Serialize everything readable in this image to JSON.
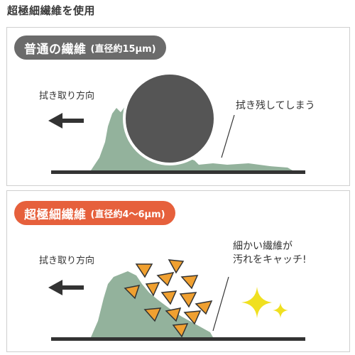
{
  "title": "超極細繊維を使用",
  "top_panel": {
    "pill_main": "普通の繊維",
    "pill_sub": "(直径約15μm)",
    "wipe_direction_label": "拭き取り方向",
    "result_label": "拭き残してしまう"
  },
  "bottom_panel": {
    "pill_main": "超極細繊維",
    "pill_sub": "(直径約4〜6μm)",
    "wipe_direction_label": "拭き取り方向",
    "result_line1": "細かい繊維が",
    "result_line2": "汚れをキャッチ!"
  },
  "colors": {
    "accent_orange": "#e6603c",
    "gray_pill": "#6b6b6b",
    "dirt_green": "#93b29c",
    "fiber_dark": "#555555",
    "particle_orange": "#f0a030",
    "sparkle_yellow": "#f0e020"
  },
  "icons": {
    "arrow": "left-arrow-icon",
    "sparkle": "sparkle-icon"
  }
}
